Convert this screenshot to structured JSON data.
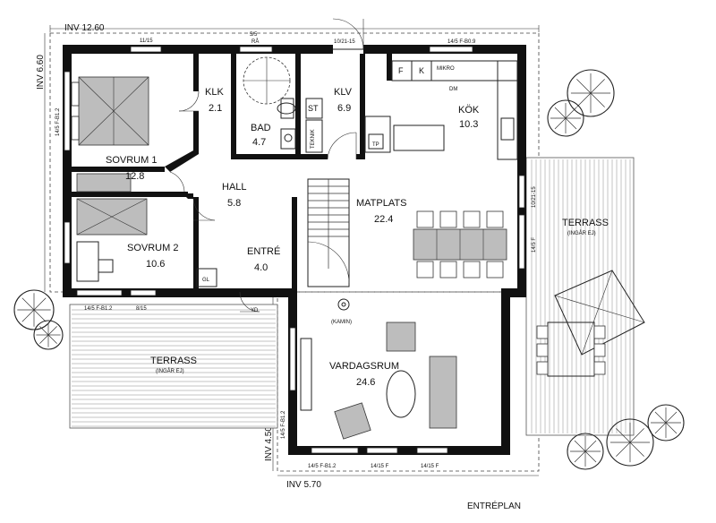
{
  "dimensions": {
    "top_width": "INV 12.60",
    "left_height": "INV 6.60",
    "bottom_width": "INV 5.70",
    "right_lower_height": "INV 4.50"
  },
  "rooms": {
    "klk": {
      "name": "KLK",
      "area": "2.1"
    },
    "bad": {
      "name": "BAD",
      "area": "4.7"
    },
    "klv": {
      "name": "KLV",
      "area": "6.9"
    },
    "kok": {
      "name": "KÖK",
      "area": "10.3"
    },
    "sovrum1": {
      "name": "SOVRUM 1",
      "area": "12.8"
    },
    "hall": {
      "name": "HALL",
      "area": "5.8"
    },
    "matplats": {
      "name": "MATPLATS",
      "area": "22.4"
    },
    "sovrum2": {
      "name": "SOVRUM 2",
      "area": "10.6"
    },
    "entre": {
      "name": "ENTRÉ",
      "area": "4.0"
    },
    "vardagsrum": {
      "name": "VARDAGSRUM",
      "area": "24.6"
    }
  },
  "terraces": {
    "left": {
      "name": "TERRASS",
      "note": "(INGÅR EJ)"
    },
    "right": {
      "name": "TERRASS",
      "note": "(INGÅR EJ)"
    }
  },
  "fixtures": {
    "f": "F",
    "k": "K",
    "mikro": "MIKRO",
    "dm": "DM",
    "st": "ST",
    "teknik": "TEKNIK",
    "tp": "TP",
    "gl": "GL",
    "yd": "YD",
    "kamin": "(KAMIN)"
  },
  "window_labels": {
    "top_1": "11/15",
    "top_2": "5/5",
    "top_2b": "RÅ",
    "top_3": "10/21-15",
    "top_4": "14/5 F-B0.9",
    "left_1": "14/5 F-B1.2",
    "right_1": "10/21-15",
    "right_2": "14/5 F",
    "bottom_1": "14/5 F-B1.2",
    "bottom_2": "8/15",
    "right_lower": "14/5 F-B1.2",
    "bottom_lower_1": "14/5 F-B1.2",
    "bottom_lower_2": "14/15 F",
    "bottom_lower_3": "14/15 F"
  },
  "footer": "ENTRÉPLAN"
}
